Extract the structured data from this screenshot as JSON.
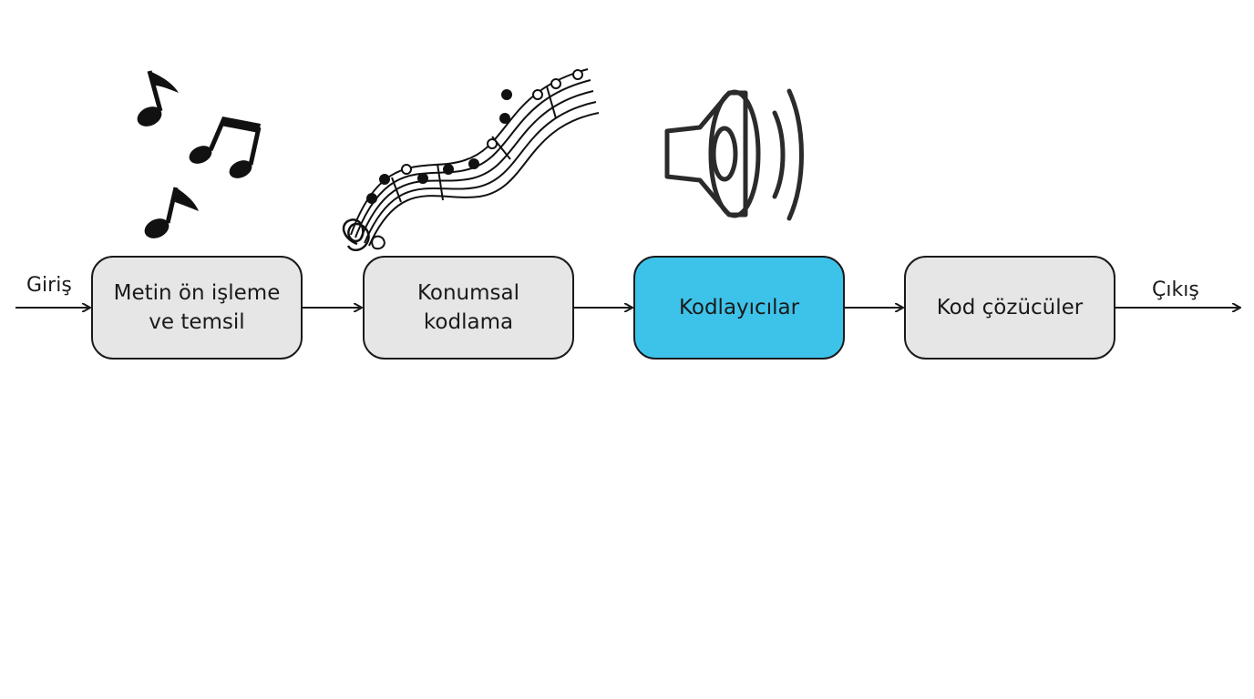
{
  "diagram": {
    "input_label": "Giriş",
    "output_label": "Çıkış",
    "blocks": [
      {
        "label": "Metin ön işleme ve temsil",
        "highlighted": false
      },
      {
        "label": "Konumsal kodlama",
        "highlighted": false
      },
      {
        "label": "Kodlayıcılar",
        "highlighted": true
      },
      {
        "label": "Kod çözücüler",
        "highlighted": false
      }
    ],
    "icons": [
      "music-notes-icon",
      "music-staff-ribbon-icon",
      "speaker-icon"
    ],
    "colors": {
      "block_fill": "#e6e6e6",
      "highlight_fill": "#3dc3ea",
      "stroke": "#1a1a1a",
      "background": "#ffffff"
    }
  }
}
